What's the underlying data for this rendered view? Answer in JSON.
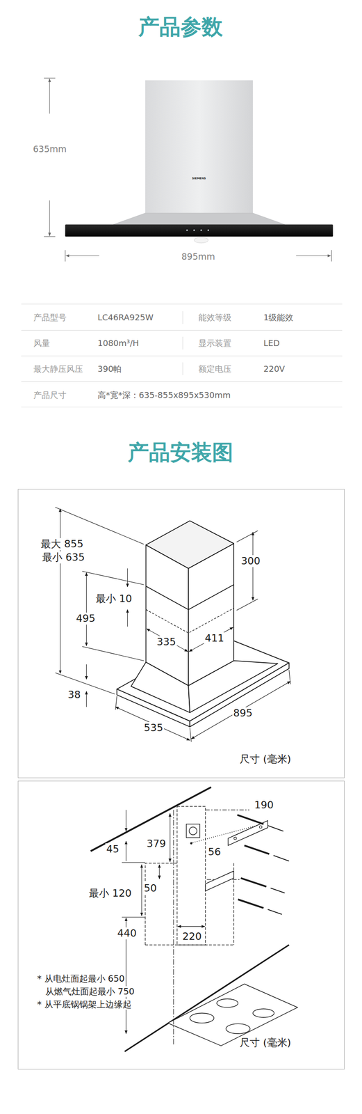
{
  "diagram": {
    "title": "产品参数",
    "nodes": [
      {
        "text": [
          "最大 855",
          "最小 635",
          "300",
          "最小 10",
          "495",
          "335",
          "411",
          "38",
          "895",
          "535",
          "尺寸 (毫米)"
        ]
      },
      {
        "text": [
          "190",
          "45",
          "379",
          "56",
          "50",
          "最小 120",
          "440",
          "220",
          "* 从电灶面起最小 650",
          "从燃气灶面起最小 750",
          "* 从平底锅锅架上边缘起",
          "尺寸 (毫米)"
        ]
      }
    ],
    "labels": [
      "SIEMENS",
      "635mm",
      "895mm",
      "产品型号",
      "LC46RA925W",
      "能效等级",
      "1级能效",
      "风量",
      "1080m³/H",
      "显示装置",
      "LED",
      "最大静压风压",
      "390帕",
      "额定电压",
      "220V",
      "产品尺寸",
      "高*宽*深：635-855x895x530mm",
      "产品安装图"
    ]
  }
}
